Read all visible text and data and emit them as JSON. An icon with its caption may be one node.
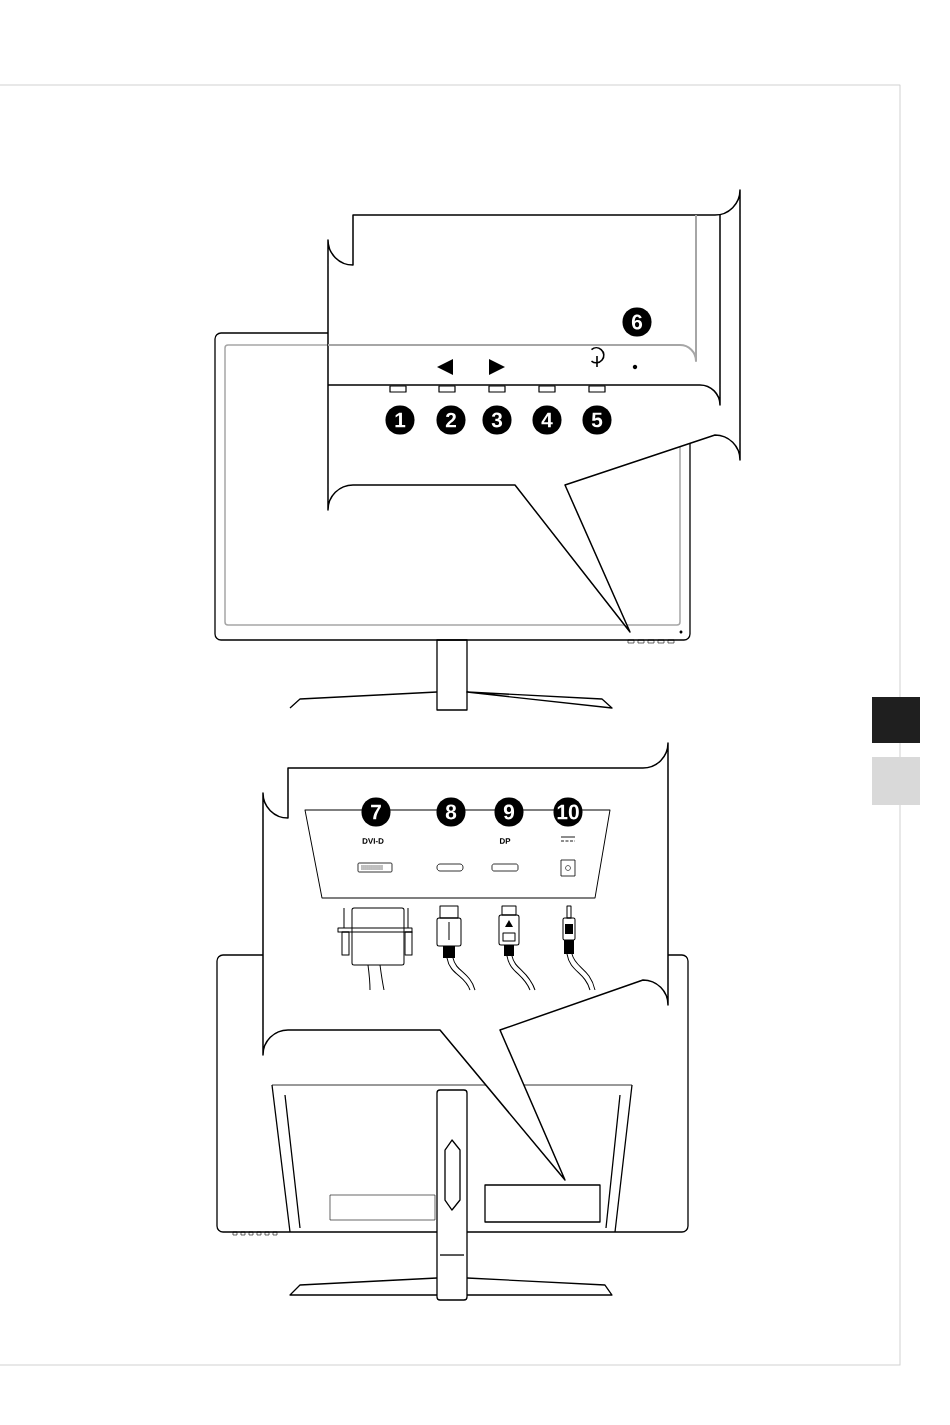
{
  "diagram": {
    "labels": [
      "6",
      "1",
      "2",
      "3",
      "4",
      "5",
      "7",
      "8",
      "9",
      "10",
      "DVI-D",
      "DP"
    ]
  }
}
